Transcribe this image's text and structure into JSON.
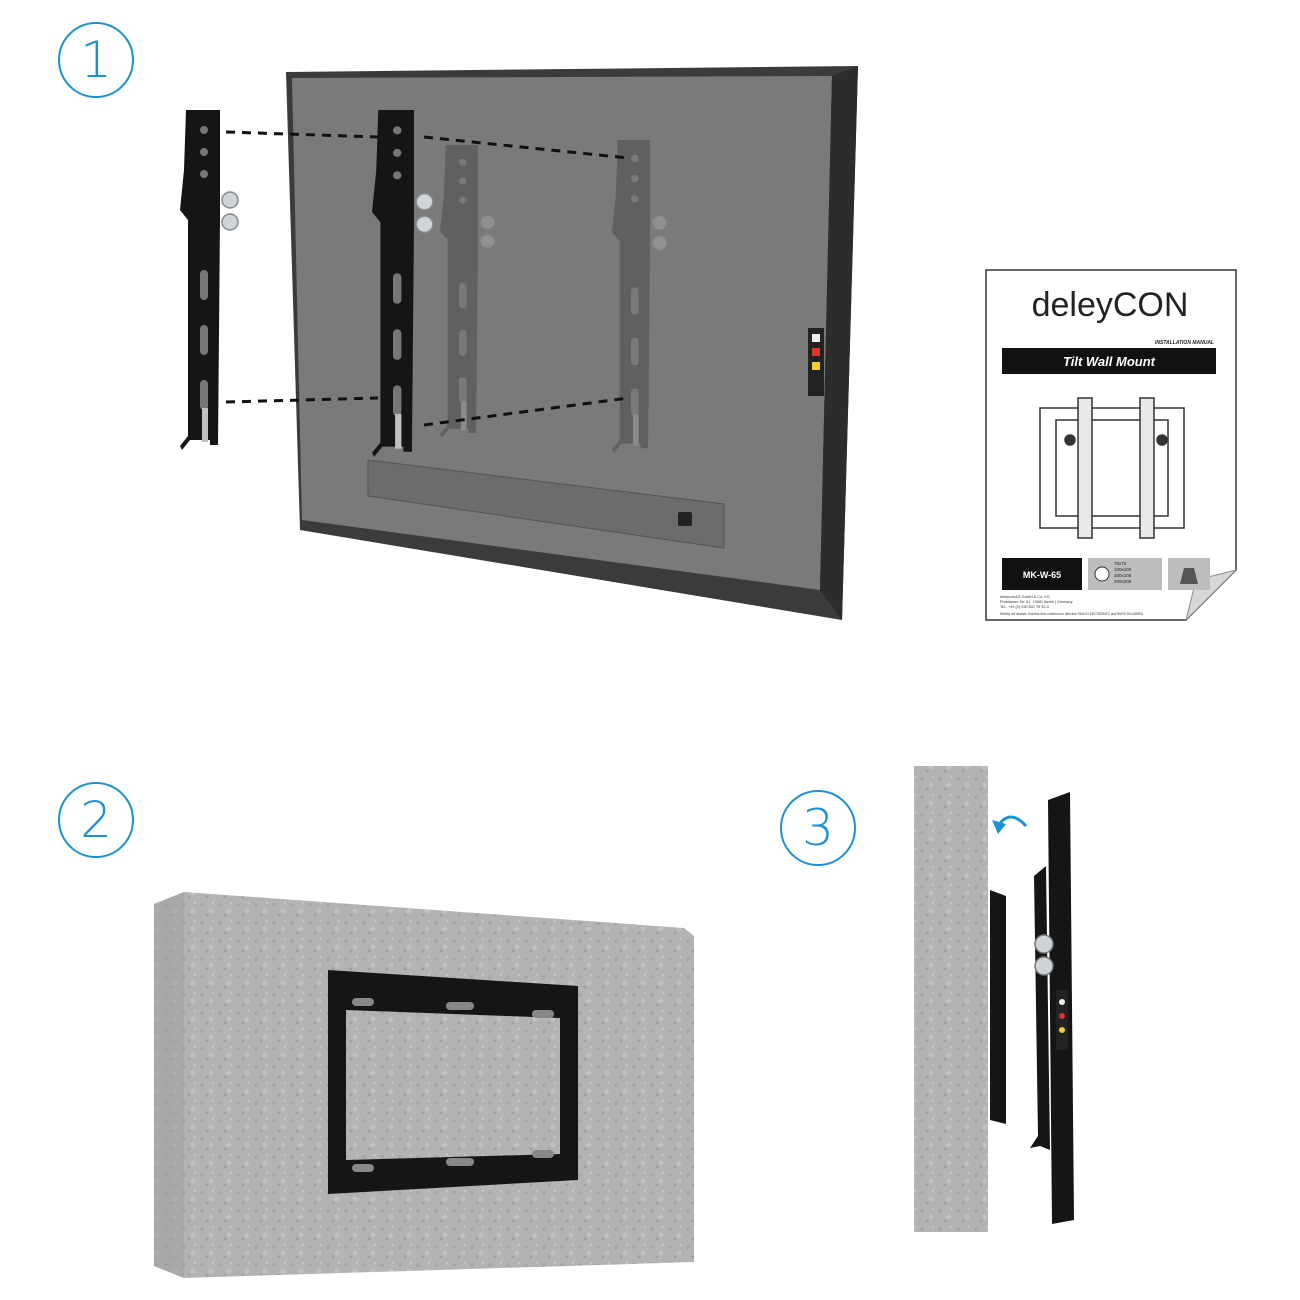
{
  "steps": [
    {
      "number": "1"
    },
    {
      "number": "2"
    },
    {
      "number": "3"
    }
  ],
  "manual": {
    "brand": "deleyCON",
    "subtitle": "INSTALLATION MANUAL",
    "title": "Tilt Wall Mount",
    "model": "MK-W-65",
    "vesa_lines": [
      "75x75",
      "100x100",
      "200x100",
      "200x200"
    ],
    "address_lines": [
      "deleyconAG GmbH & Co. KG",
      "Potsdamer Str. 61, 13581 Berlin | Germany",
      "Tel.: +49 (0) 030 837 75 92-0"
    ],
    "footer": "Hereby we declare, that this item conforms to directive REACH 1907/2006/EC and RoHS 2011/65/EU."
  },
  "colors": {
    "accent": "#1e90d6",
    "tv_frame": "#3b3b3b",
    "tv_back": "#7a7a7a",
    "bracket": "#151515",
    "wall": "#b5b5b5"
  }
}
